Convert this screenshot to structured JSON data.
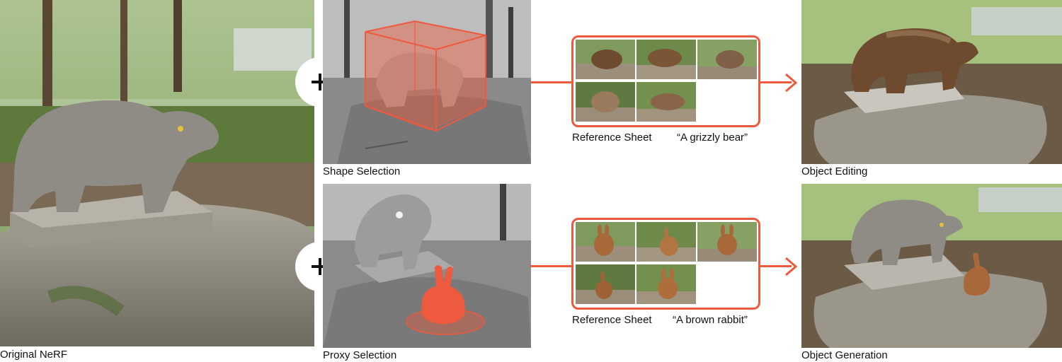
{
  "captions": {
    "original": "Original NeRF",
    "shape_selection": "Shape Selection",
    "proxy_selection": "Proxy Selection",
    "object_editing": "Object Editing",
    "object_generation": "Object Generation"
  },
  "rows": [
    {
      "sheet_label": "Reference Sheet",
      "prompt": "“A grizzly bear”"
    },
    {
      "sheet_label": "Reference Sheet",
      "prompt": "“A brown rabbit”"
    }
  ],
  "colors": {
    "accent": "#ee5a3d",
    "stone": "#8f8c85",
    "bear_brown": "#6e4a2f",
    "rabbit_brown": "#a8683a",
    "foliage": "#4f7a35"
  },
  "icons": {
    "plus": "plus-icon",
    "arrow": "arrow-right-icon"
  }
}
